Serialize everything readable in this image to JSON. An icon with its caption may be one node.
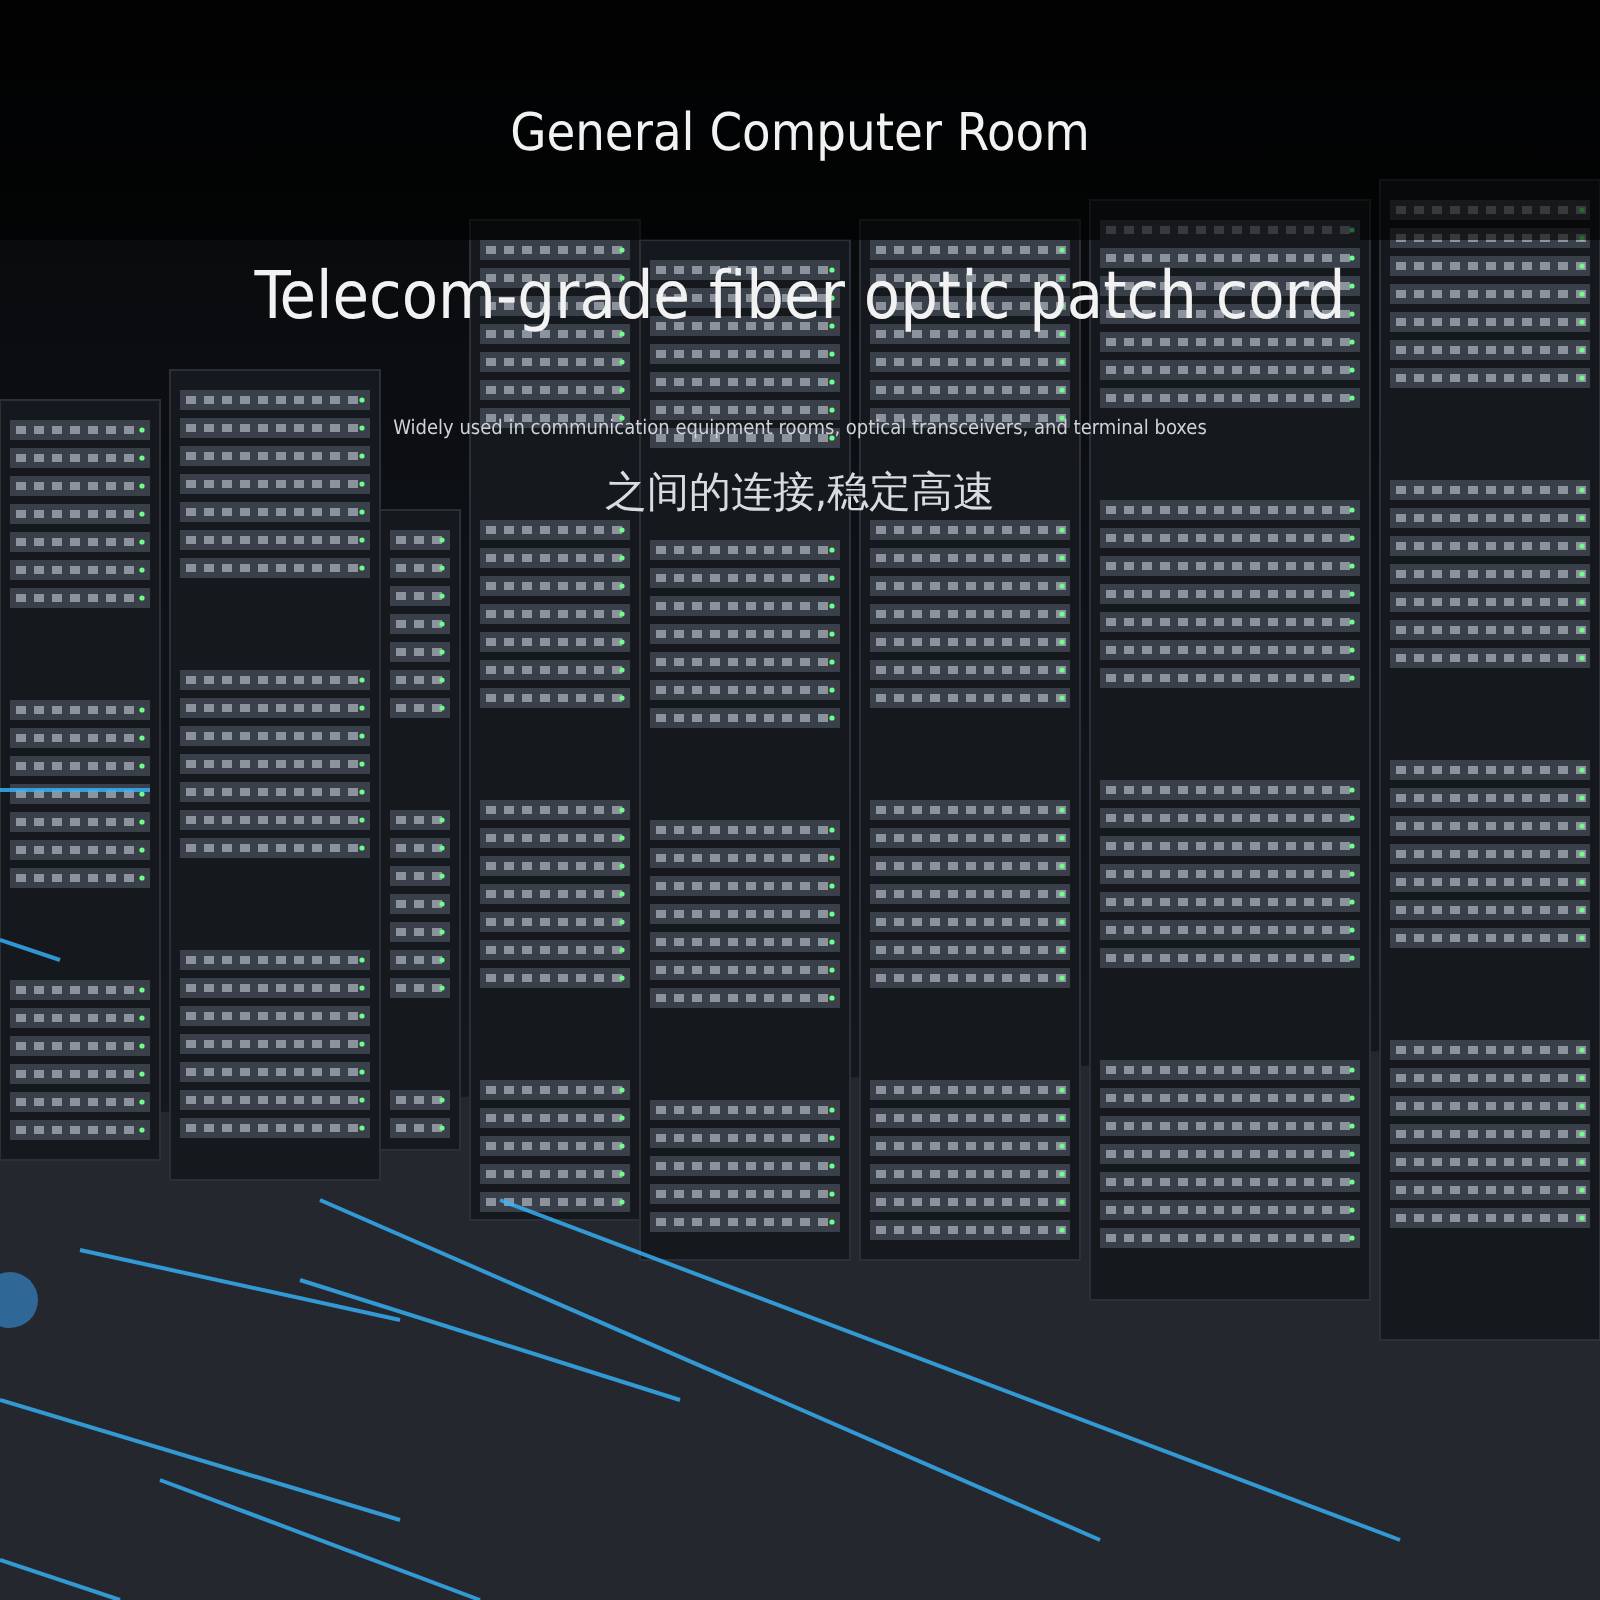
{
  "diagram": {
    "labels": [
      "General Computer Room",
      "Telecom-grade fiber optic patch cord",
      "Widely used in communication equipment rooms, optical transceivers, and terminal boxes",
      "之间的连接,稳定高速"
    ]
  }
}
